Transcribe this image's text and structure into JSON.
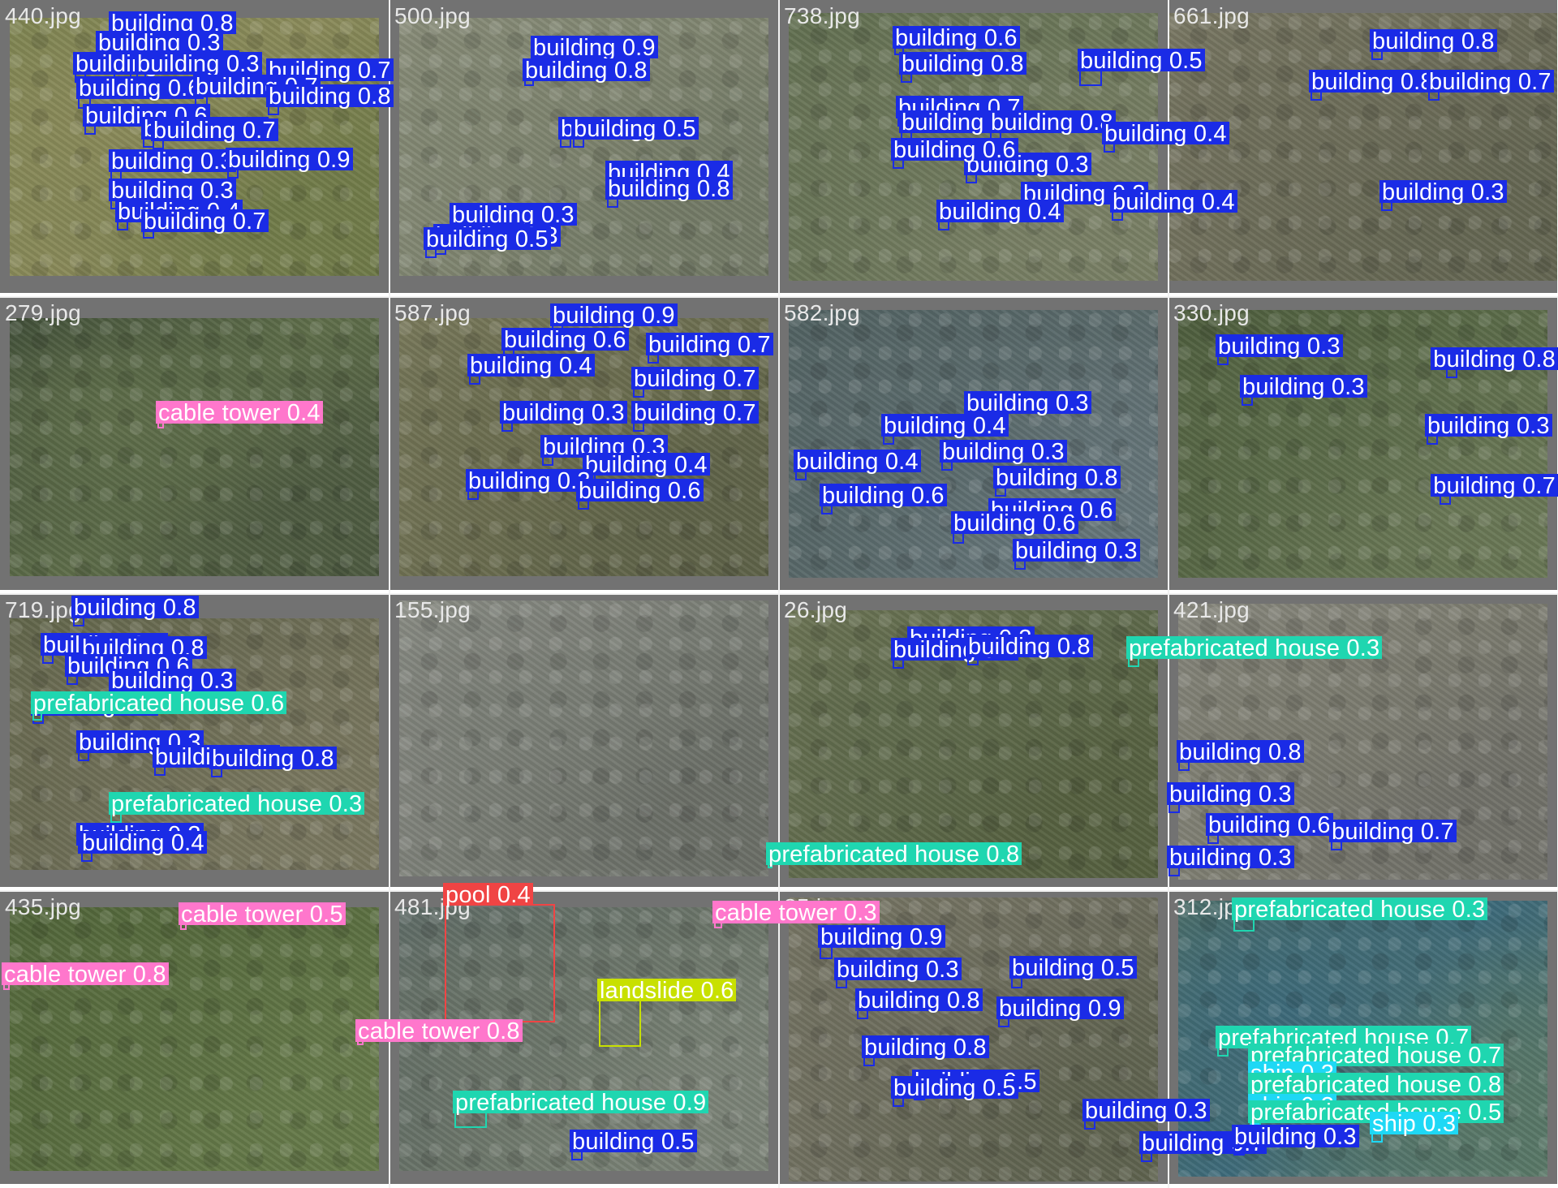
{
  "colors": {
    "building": "#1a2be6",
    "prefabricated_house": "#1fd6b0",
    "cable_tower": "#ff77cc",
    "pool": "#f04444",
    "landslide": "#c8e000",
    "ship": "#1ed8f5",
    "tile_border": "#727272",
    "separator": "#f2f2f2"
  },
  "tiles": [
    {
      "name": "440.jpg",
      "tone": [
        "#8a8a5a",
        "#7d8450",
        "#6f7a48"
      ]
    },
    {
      "name": "500.jpg",
      "tone": [
        "#7f8570",
        "#8a8d7a",
        "#737a66"
      ]
    },
    {
      "name": "738.jpg",
      "tone": [
        "#6c775a",
        "#5f6e4e",
        "#7a8066"
      ]
    },
    {
      "name": "661.jpg",
      "tone": [
        "#6e6e5a",
        "#7c7a66",
        "#646652"
      ]
    },
    {
      "name": "279.jpg",
      "tone": [
        "#5f6e4a",
        "#3c4a36",
        "#4d5a40"
      ]
    },
    {
      "name": "587.jpg",
      "tone": [
        "#6c6e50",
        "#7a7a5c",
        "#5e6248"
      ]
    },
    {
      "name": "582.jpg",
      "tone": [
        "#59696a",
        "#4f6060",
        "#66767a"
      ]
    },
    {
      "name": "330.jpg",
      "tone": [
        "#5a6a48",
        "#4a5a3a",
        "#6a7856"
      ]
    },
    {
      "name": "719.jpg",
      "tone": [
        "#6e6e56",
        "#5f6448",
        "#7a7860"
      ]
    },
    {
      "name": "155.jpg",
      "tone": [
        "#7a7e76",
        "#8c8e86",
        "#6a6e66"
      ]
    },
    {
      "name": "26.jpg",
      "tone": [
        "#5f6a4c",
        "#6e7656",
        "#55603f"
      ]
    },
    {
      "name": "421.jpg",
      "tone": [
        "#7c7c70",
        "#8a8a80",
        "#707068"
      ]
    },
    {
      "name": "435.jpg",
      "tone": [
        "#5a6e40",
        "#4e6238",
        "#667a4a"
      ]
    },
    {
      "name": "481.jpg",
      "tone": [
        "#6a7468",
        "#5c6a66",
        "#7c8478"
      ]
    },
    {
      "name": "85.jpg",
      "tone": [
        "#6e6e5e",
        "#7a7866",
        "#5e624e"
      ]
    },
    {
      "name": "312.jpg",
      "tone": [
        "#3d6a7a",
        "#4d6e66",
        "#5a7866"
      ]
    }
  ],
  "detections": {
    "440.jpg": [
      {
        "cls": "building",
        "label": "building 0.8"
      },
      {
        "cls": "building",
        "label": "building 0.3"
      },
      {
        "cls": "building",
        "label": "building 0.6"
      },
      {
        "cls": "building",
        "label": "building 0.3"
      },
      {
        "cls": "building",
        "label": "building 0.3"
      },
      {
        "cls": "building",
        "label": "building 0.7"
      },
      {
        "cls": "building",
        "label": "building 0.6"
      },
      {
        "cls": "building",
        "label": "building 0.7"
      },
      {
        "cls": "building",
        "label": "building 0.8"
      },
      {
        "cls": "building",
        "label": "building 0.6"
      },
      {
        "cls": "building",
        "label": "building 0.3"
      },
      {
        "cls": "building",
        "label": "building 0.7"
      },
      {
        "cls": "building",
        "label": "building 0.3"
      },
      {
        "cls": "building",
        "label": "building 0.9"
      },
      {
        "cls": "building",
        "label": "building 0.3"
      },
      {
        "cls": "building",
        "label": "building 0.4"
      },
      {
        "cls": "building",
        "label": "building 0.7"
      }
    ],
    "500.jpg": [
      {
        "cls": "building",
        "label": "building 0.9"
      },
      {
        "cls": "building",
        "label": "building 0.8"
      },
      {
        "cls": "building",
        "label": "building 0.3"
      },
      {
        "cls": "building",
        "label": "building 0.5"
      },
      {
        "cls": "building",
        "label": "building 0.4"
      },
      {
        "cls": "building",
        "label": "building 0.8"
      },
      {
        "cls": "building",
        "label": "building 0.3"
      },
      {
        "cls": "building",
        "label": "building 0.3"
      },
      {
        "cls": "building",
        "label": "building 0.5"
      }
    ],
    "738.jpg": [
      {
        "cls": "building",
        "label": "building 0.6"
      },
      {
        "cls": "building",
        "label": "building 0.5"
      },
      {
        "cls": "building",
        "label": "building 0.8"
      },
      {
        "cls": "building",
        "label": "building 0.7"
      },
      {
        "cls": "building",
        "label": "building 0.7"
      },
      {
        "cls": "building",
        "label": "building 0.8"
      },
      {
        "cls": "building",
        "label": "building 0.4"
      },
      {
        "cls": "building",
        "label": "building 0.3"
      },
      {
        "cls": "building",
        "label": "building 0.6"
      },
      {
        "cls": "building",
        "label": "building 0.3"
      },
      {
        "cls": "building",
        "label": "building 0.4"
      },
      {
        "cls": "building",
        "label": "building 0.4"
      }
    ],
    "661.jpg": [
      {
        "cls": "building",
        "label": "building 0.8"
      },
      {
        "cls": "building",
        "label": "building 0.8"
      },
      {
        "cls": "building",
        "label": "building 0.7"
      },
      {
        "cls": "building",
        "label": "building 0.3"
      }
    ],
    "279.jpg": [
      {
        "cls": "cable",
        "label": "cable tower 0.4"
      }
    ],
    "587.jpg": [
      {
        "cls": "building",
        "label": "building 0.9"
      },
      {
        "cls": "building",
        "label": "building 0.6"
      },
      {
        "cls": "building",
        "label": "building 0.4"
      },
      {
        "cls": "building",
        "label": "building 0.7"
      },
      {
        "cls": "building",
        "label": "building 0.7"
      },
      {
        "cls": "building",
        "label": "building 0.3"
      },
      {
        "cls": "building",
        "label": "building 0.7"
      },
      {
        "cls": "building",
        "label": "building 0.3"
      },
      {
        "cls": "building",
        "label": "building 0.4"
      },
      {
        "cls": "building",
        "label": "building 0.3"
      },
      {
        "cls": "building",
        "label": "building 0.6"
      }
    ],
    "582.jpg": [
      {
        "cls": "building",
        "label": "building 0.3"
      },
      {
        "cls": "building",
        "label": "building 0.4"
      },
      {
        "cls": "building",
        "label": "building 0.3"
      },
      {
        "cls": "building",
        "label": "building 0.4"
      },
      {
        "cls": "building",
        "label": "building 0.6"
      },
      {
        "cls": "building",
        "label": "building 0.8"
      },
      {
        "cls": "building",
        "label": "building 0.6"
      },
      {
        "cls": "building",
        "label": "building 0.6"
      },
      {
        "cls": "building",
        "label": "building 0.3"
      }
    ],
    "330.jpg": [
      {
        "cls": "building",
        "label": "building 0.3"
      },
      {
        "cls": "building",
        "label": "building 0.8"
      },
      {
        "cls": "building",
        "label": "building 0.3"
      },
      {
        "cls": "building",
        "label": "building 0.3"
      },
      {
        "cls": "building",
        "label": "building 0.7"
      }
    ],
    "719.jpg": [
      {
        "cls": "building",
        "label": "building 0.8"
      },
      {
        "cls": "building",
        "label": "building 0.5"
      },
      {
        "cls": "building",
        "label": "building 0.8"
      },
      {
        "cls": "building",
        "label": "building 0.6"
      },
      {
        "cls": "building",
        "label": "building 0.3"
      },
      {
        "cls": "building",
        "label": "building 0.3"
      },
      {
        "cls": "prefab",
        "label": "prefabricated house 0.6"
      },
      {
        "cls": "building",
        "label": "building 0.3"
      },
      {
        "cls": "building",
        "label": "building 0.3"
      },
      {
        "cls": "building",
        "label": "building 0.8"
      },
      {
        "cls": "prefab",
        "label": "prefabricated house 0.3"
      },
      {
        "cls": "building",
        "label": "building 0.3"
      },
      {
        "cls": "building",
        "label": "building 0.4"
      }
    ],
    "155.jpg": [],
    "26.jpg": [
      {
        "cls": "building",
        "label": "building 0.3"
      },
      {
        "cls": "building",
        "label": "building 0.7"
      },
      {
        "cls": "building",
        "label": "building 0.8"
      },
      {
        "cls": "prefab",
        "label": "prefabricated house 0.3"
      },
      {
        "cls": "prefab",
        "label": "prefabricated house 0.8"
      }
    ],
    "421.jpg": [
      {
        "cls": "building",
        "label": "building 0.8"
      },
      {
        "cls": "building",
        "label": "building 0.3"
      },
      {
        "cls": "building",
        "label": "building 0.6"
      },
      {
        "cls": "building",
        "label": "building 0.7"
      },
      {
        "cls": "building",
        "label": "building 0.3"
      }
    ],
    "435.jpg": [
      {
        "cls": "cable",
        "label": "cable tower 0.8"
      },
      {
        "cls": "cable",
        "label": "cable tower 0.5"
      }
    ],
    "481.jpg": [
      {
        "cls": "pool",
        "label": "pool 0.4"
      },
      {
        "cls": "cable",
        "label": "cable tower 0.8"
      },
      {
        "cls": "landslide",
        "label": "landslide 0.6"
      },
      {
        "cls": "prefab",
        "label": "prefabricated house 0.9"
      },
      {
        "cls": "building",
        "label": "building 0.5"
      }
    ],
    "85.jpg": [
      {
        "cls": "cable",
        "label": "cable tower 0.3"
      },
      {
        "cls": "building",
        "label": "building 0.9"
      },
      {
        "cls": "building",
        "label": "building 0.3"
      },
      {
        "cls": "building",
        "label": "building 0.5"
      },
      {
        "cls": "building",
        "label": "building 0.8"
      },
      {
        "cls": "building",
        "label": "building 0.9"
      },
      {
        "cls": "building",
        "label": "building 0.8"
      },
      {
        "cls": "building",
        "label": "building 0.5"
      },
      {
        "cls": "building",
        "label": "building 0.5"
      },
      {
        "cls": "building",
        "label": "building 0.3"
      },
      {
        "cls": "building",
        "label": "building 0.7"
      }
    ],
    "312.jpg": [
      {
        "cls": "prefab",
        "label": "prefabricated house 0.3"
      },
      {
        "cls": "prefab",
        "label": "prefabricated house 0.7"
      },
      {
        "cls": "prefab",
        "label": "prefabricated house 0.7"
      },
      {
        "cls": "ship",
        "label": "ship 0.3"
      },
      {
        "cls": "prefab",
        "label": "prefabricated house 0.8"
      },
      {
        "cls": "ship",
        "label": "ship 0.3"
      },
      {
        "cls": "prefab",
        "label": "prefabricated house 0.5"
      },
      {
        "cls": "building",
        "label": "building 0.3"
      },
      {
        "cls": "ship",
        "label": "ship 0.3"
      }
    ]
  }
}
